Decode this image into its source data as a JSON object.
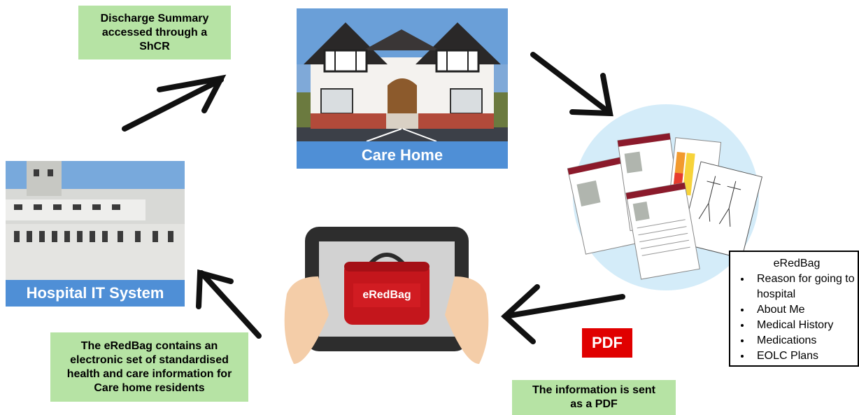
{
  "top_note": "Discharge Summary\naccessed through a\nShCR",
  "care_home": {
    "caption": "Care Home"
  },
  "hospital": {
    "caption": "Hospital IT System"
  },
  "tablet": {
    "bag_label": "eRedBag"
  },
  "bottom_left_note": "The eRedBag contains an\nelectronic set of standardised\nhealth and care information for\nCare home residents",
  "bottom_right_note": "The information is sent\nas a PDF",
  "pdf_badge": "PDF",
  "eredbag_list": {
    "title": "eRedBag",
    "items": [
      "Reason for going to hospital",
      "About Me",
      "Medical History",
      "Medications",
      "EOLC Plans"
    ]
  },
  "colors": {
    "green": "#b6e3a4",
    "blue": "#4f8fd6",
    "red": "#e00000",
    "bag": "#c4161c",
    "circle": "#d4ecf9"
  }
}
